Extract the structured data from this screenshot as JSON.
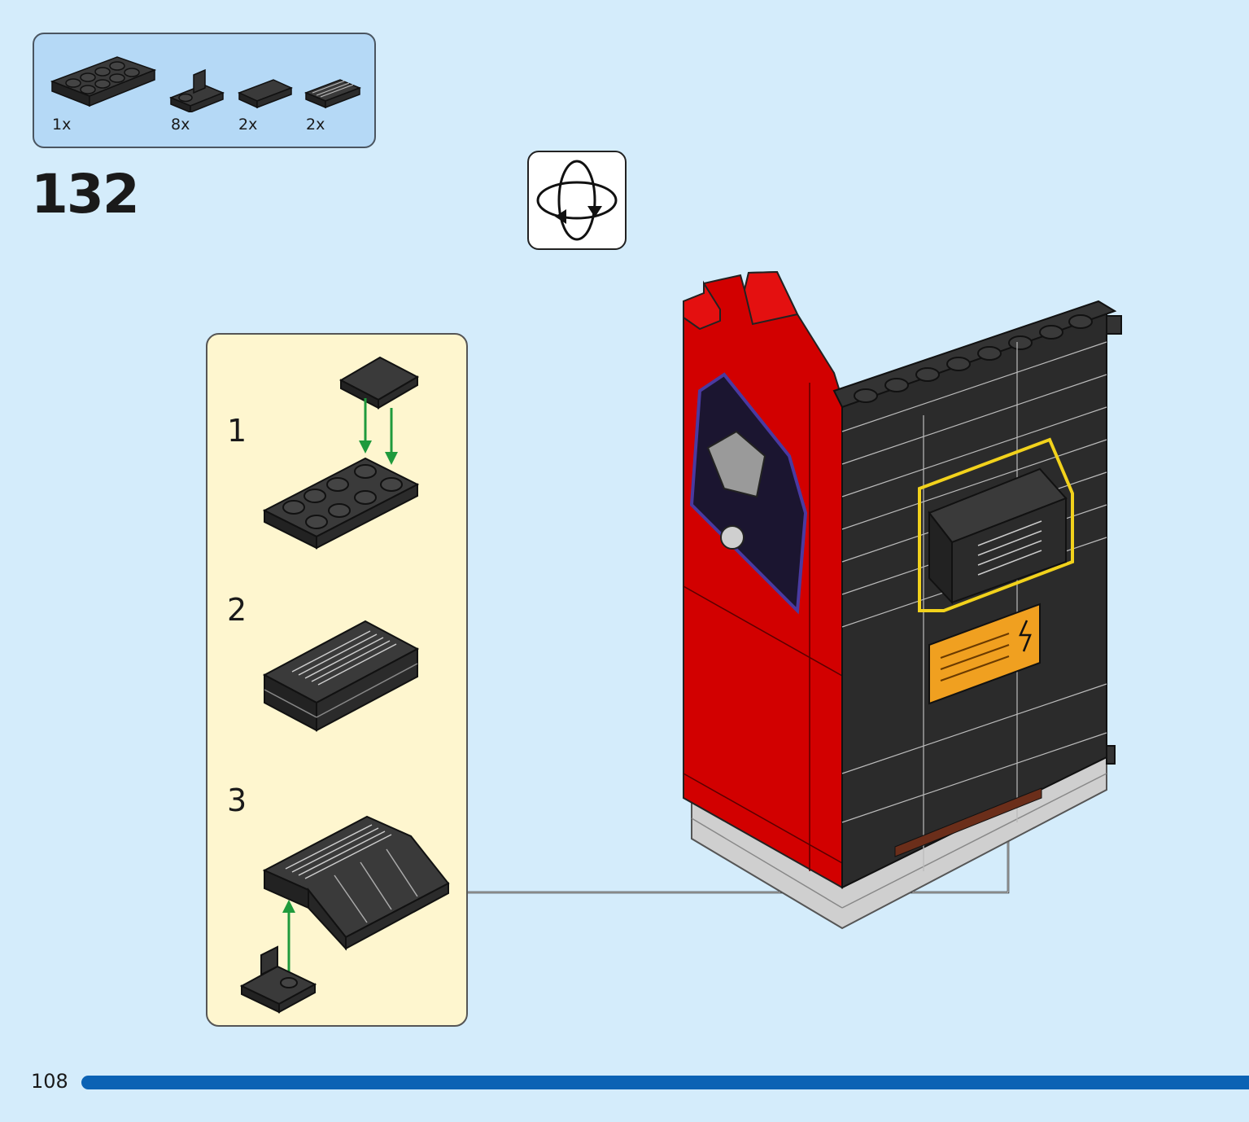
{
  "parts": [
    {
      "name": "plate-2x4",
      "qty": "1x",
      "color": "#2b2b2b"
    },
    {
      "name": "bracket-1x2",
      "qty": "8x",
      "color": "#2b2b2b"
    },
    {
      "name": "tile-1x2",
      "qty": "2x",
      "color": "#2b2b2b"
    },
    {
      "name": "grille-tile-1x2",
      "qty": "2x",
      "color": "#2b2b2b"
    }
  ],
  "step": {
    "number": "132"
  },
  "rotate_icon": "rotate-model-icon",
  "substeps": [
    {
      "label": "1"
    },
    {
      "label": "2"
    },
    {
      "label": "3"
    }
  ],
  "page": {
    "number": "108"
  },
  "colors": {
    "background": "#d4ecfb",
    "parts_box": "#b5d9f6",
    "substep_box": "#fef6cf",
    "brick_black": "#2b2b2b",
    "brick_red": "#d20000",
    "highlight": "#f2d21c",
    "arrow_green": "#1f9a3c",
    "progress": "#0b62b4"
  }
}
